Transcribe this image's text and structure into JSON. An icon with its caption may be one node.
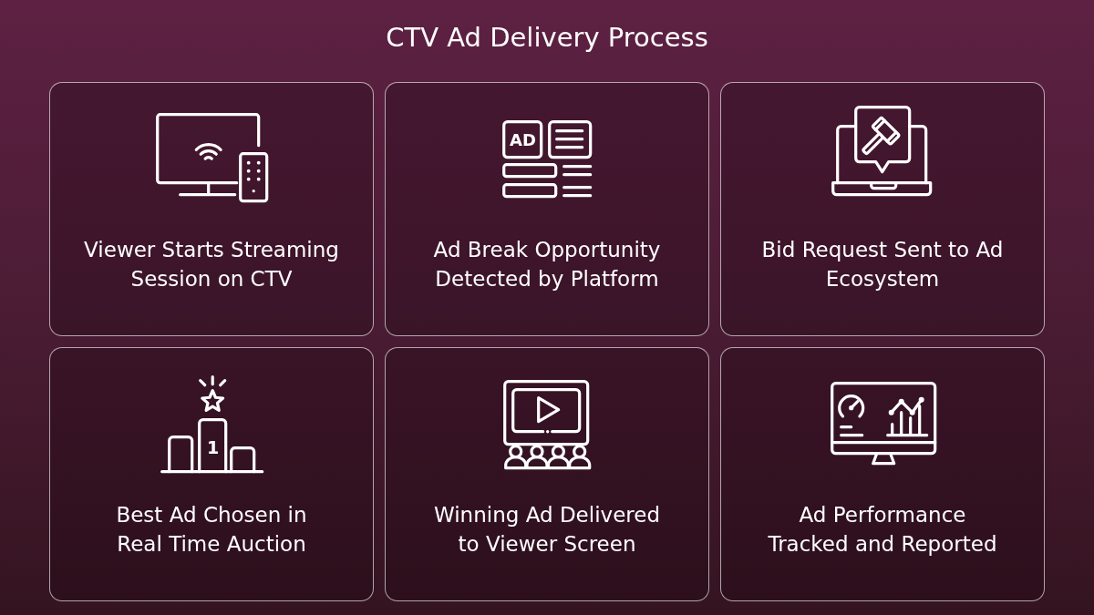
{
  "diagram": {
    "title": "CTV Ad Delivery Process",
    "nodes": [
      {
        "text": [
          "Viewer Starts Streaming Session on CTV"
        ]
      },
      {
        "text": [
          "Ad Break Opportunity Detected by Platform"
        ]
      },
      {
        "text": [
          "Bid Request Sent to Ad Ecosystem"
        ]
      },
      {
        "text": [
          "Best Ad Chosen in Real Time Auction"
        ]
      },
      {
        "text": [
          "Winning Ad Delivered to Viewer Screen"
        ]
      },
      {
        "text": [
          "Ad Performance Tracked and Reported"
        ]
      }
    ],
    "labels": [
      "AD",
      "1"
    ]
  }
}
